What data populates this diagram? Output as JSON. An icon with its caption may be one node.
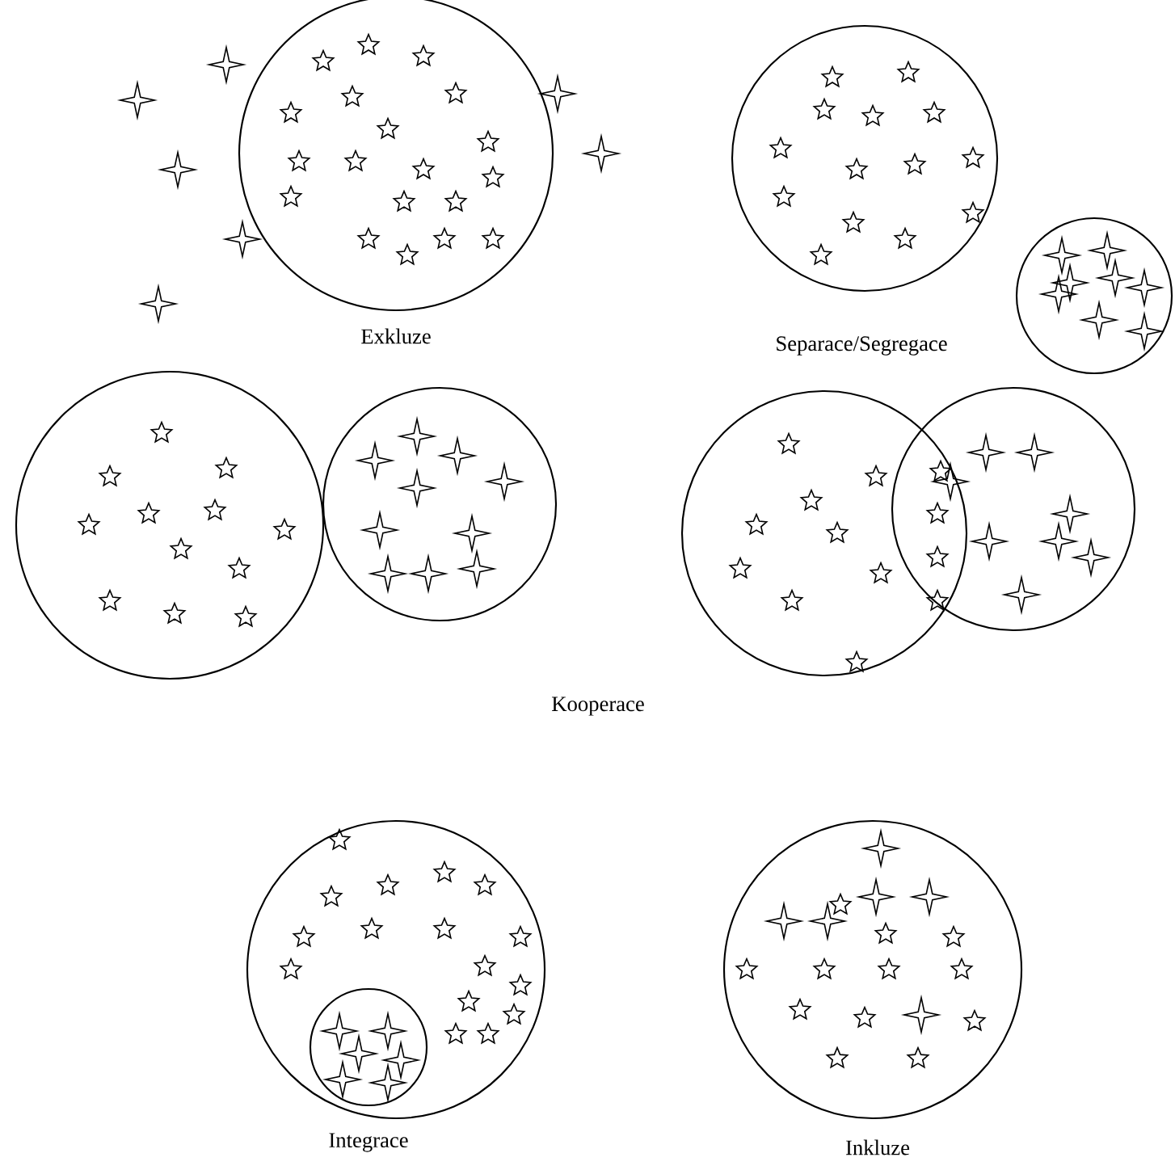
{
  "diagram": {
    "nodes": [
      {
        "text": [],
        "shape": "circle",
        "beside": [
          "Exkluze"
        ]
      },
      {
        "text": [],
        "shape": "circle",
        "beside": [
          "Separace/Segregace"
        ]
      },
      {
        "text": [],
        "shape": "circle"
      },
      {
        "text": [],
        "shape": "circle"
      },
      {
        "text": [],
        "shape": "circle"
      },
      {
        "text": [],
        "shape": "circle"
      },
      {
        "text": [],
        "shape": "circle"
      },
      {
        "text": [],
        "shape": "circle",
        "beside": [
          "Integrace"
        ]
      },
      {
        "text": [],
        "shape": "circle",
        "in": 7
      },
      {
        "text": [],
        "shape": "circle",
        "beside": [
          "Inkluze"
        ]
      }
    ],
    "labels": [
      "Kooperace"
    ]
  }
}
